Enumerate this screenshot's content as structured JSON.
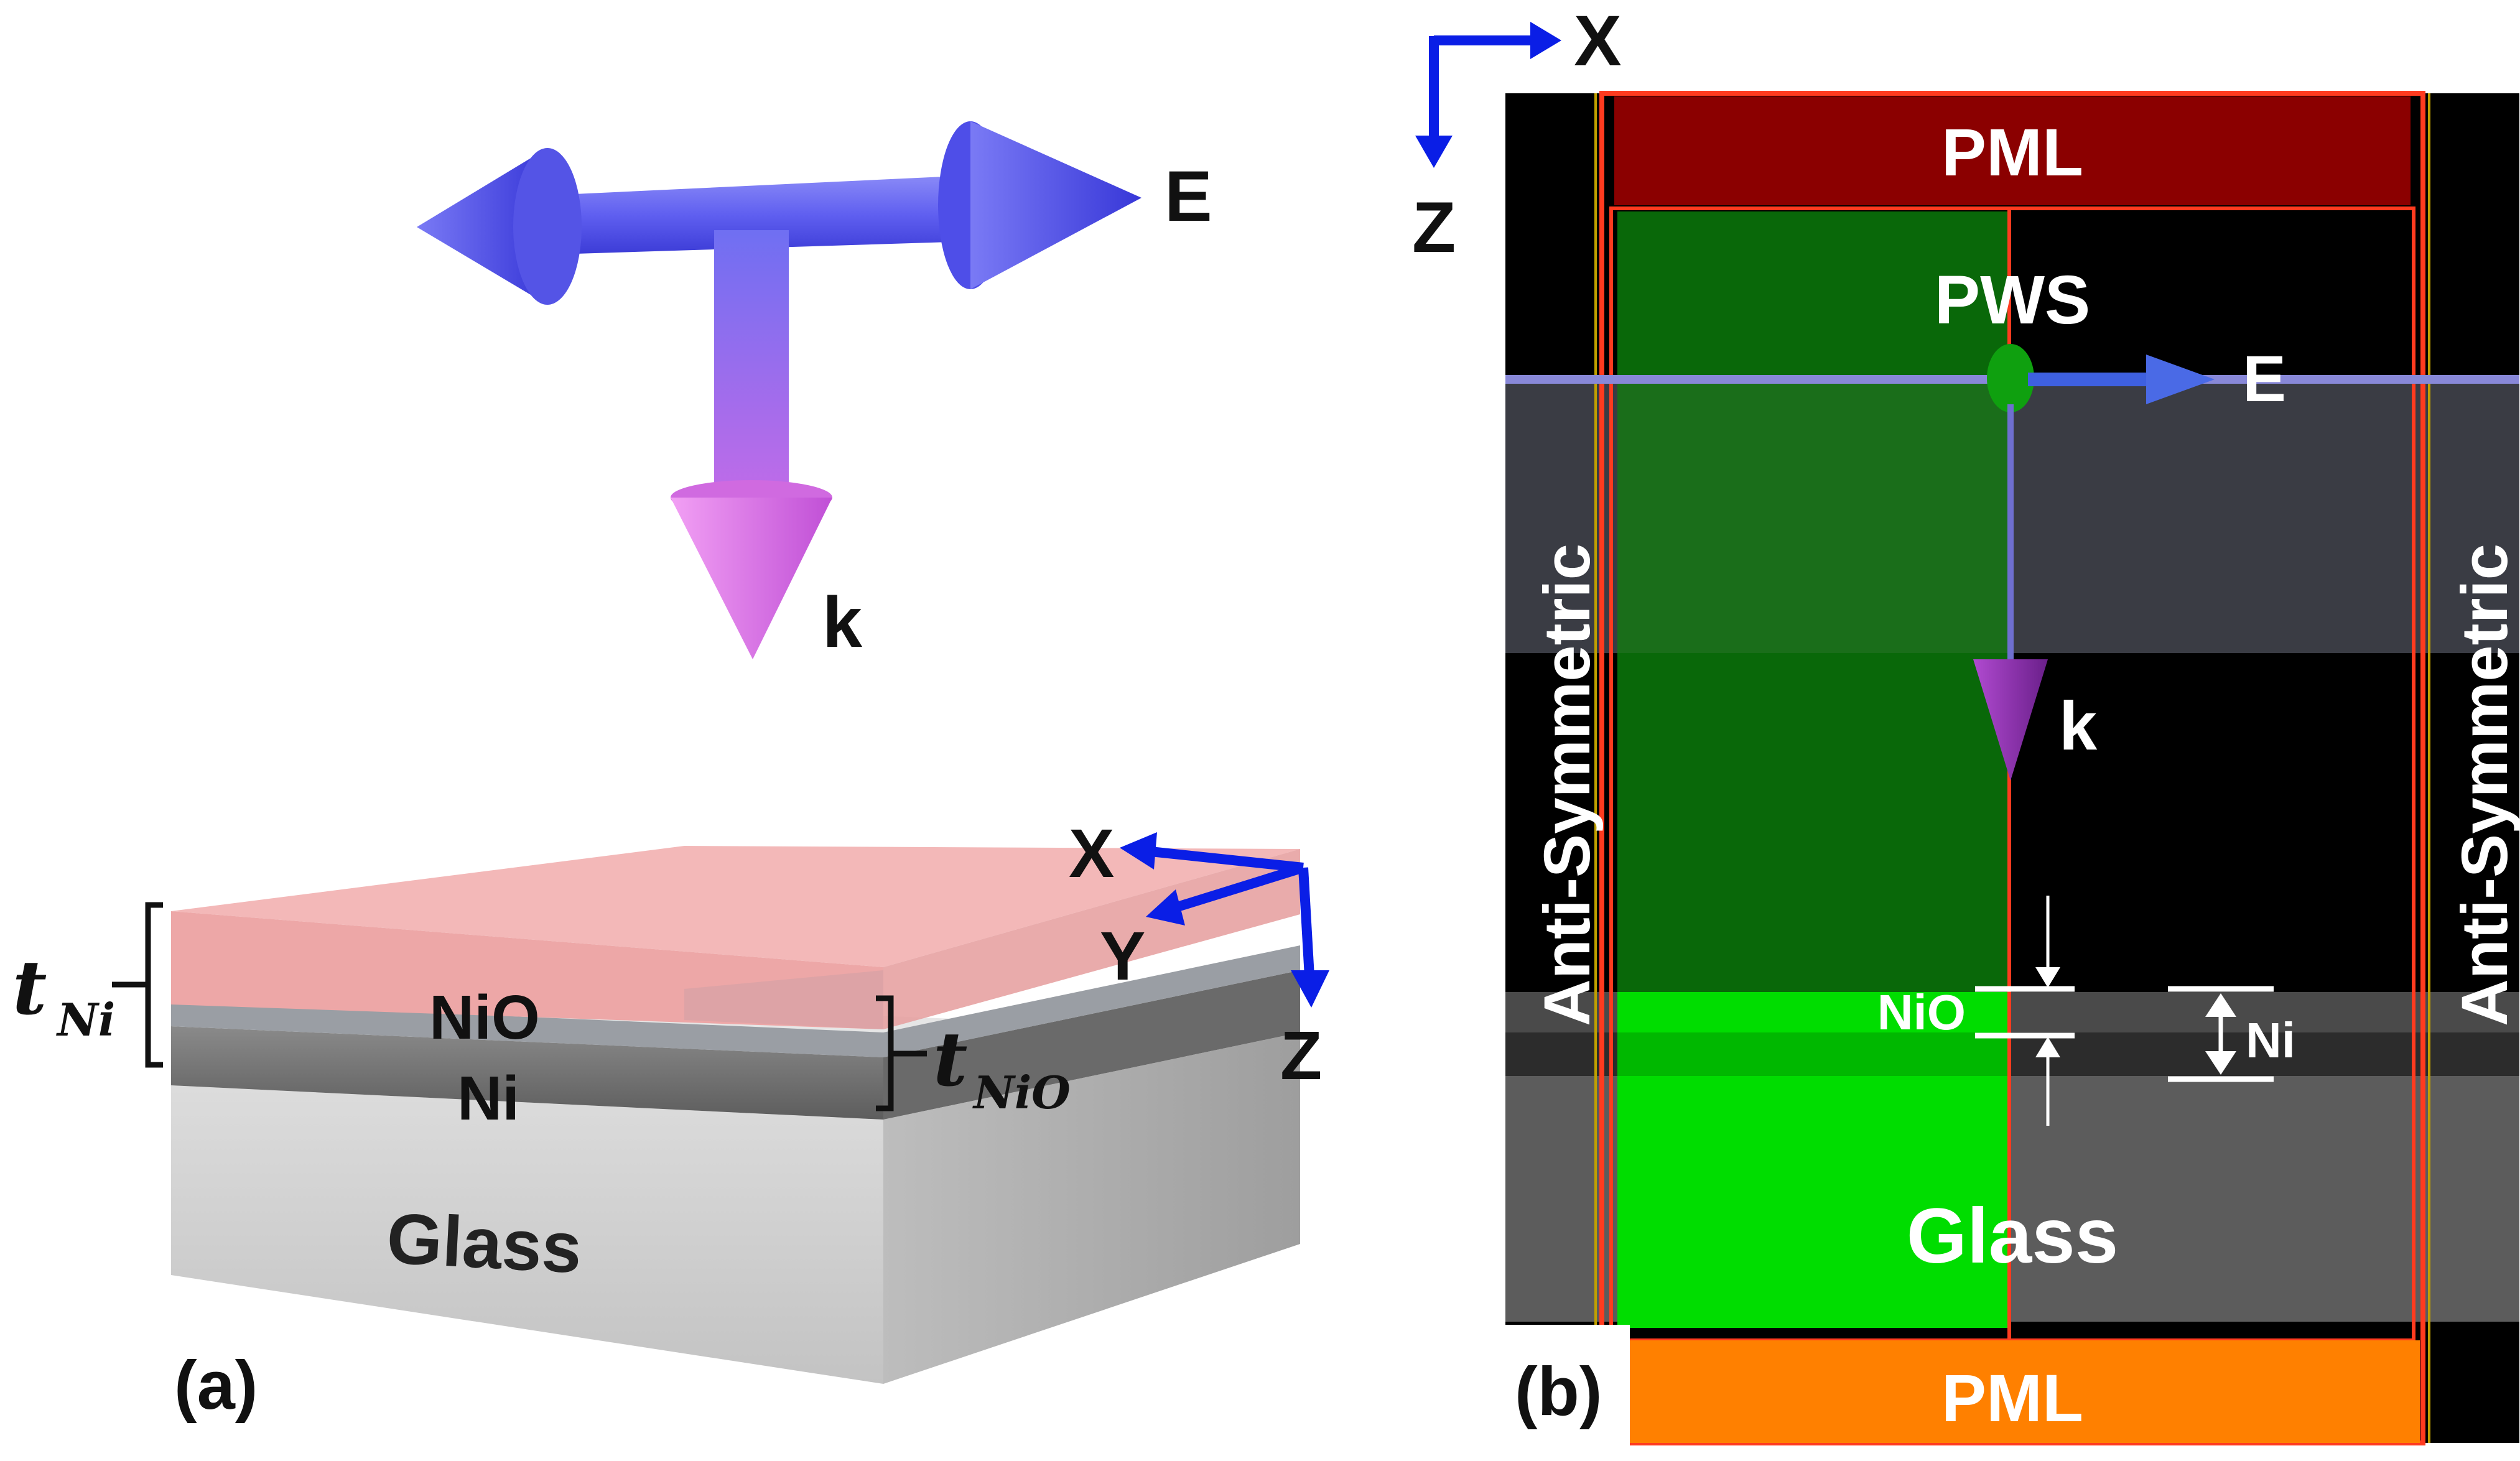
{
  "panel_a": {
    "label": "(a)",
    "wave_labels": {
      "e": "E",
      "k": "k"
    },
    "axes": {
      "x": "X",
      "y": "Y",
      "z": "Z"
    },
    "layers": {
      "nio": "NiO",
      "ni": "Ni",
      "glass": "Glass"
    },
    "thickness": {
      "t_ni_base": "t",
      "t_ni_sub": "Ni",
      "t_nio_base": "t",
      "t_nio_sub": "NiO"
    }
  },
  "panel_b": {
    "label": "(b)",
    "axes": {
      "x": "X",
      "z": "Z"
    },
    "pml_top": "PML",
    "pml_bottom": "PML",
    "source": "PWS",
    "e_label": "E",
    "k_label": "k",
    "boundary_left": "Anti-Symmetric",
    "boundary_right": "Anti-Symmetric",
    "nio": "NiO",
    "ni": "Ni",
    "glass": "Glass"
  },
  "colors": {
    "wave_blue": "#6a6af2",
    "wave_pink": "#e07ae8",
    "axis_blue": "#0a1ee6",
    "nio_pink": "#f4b3b3",
    "pml_top": "#8b0000",
    "pml_bottom": "#ff8000",
    "sim_green": "#0a8a0a",
    "bright_green": "#00e600",
    "boundary_red": "#ff3b1f"
  }
}
